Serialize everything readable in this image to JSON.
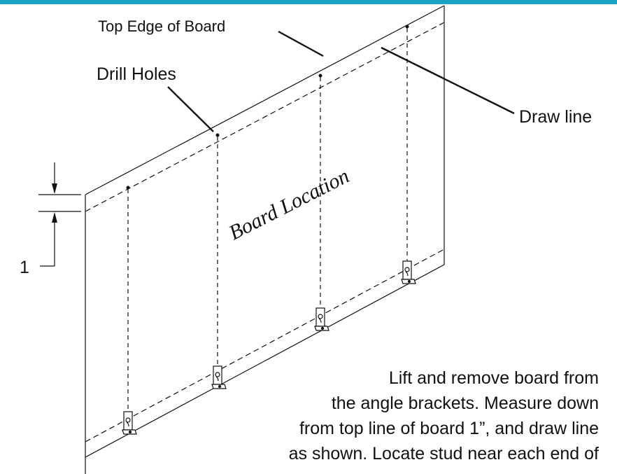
{
  "labels": {
    "top_edge": "Top Edge of Board",
    "drill_holes": "Drill Holes",
    "draw_line": "Draw line",
    "board_location": "Board Location",
    "dimension": "1"
  },
  "instructions": [
    "Lift and remove board from",
    "the angle brackets. Measure down",
    "from top line of board 1”, and draw line",
    "as shown.  Locate stud near each end of"
  ],
  "colors": {
    "accent_bar": "#1aa3c7",
    "line": "#111111"
  }
}
